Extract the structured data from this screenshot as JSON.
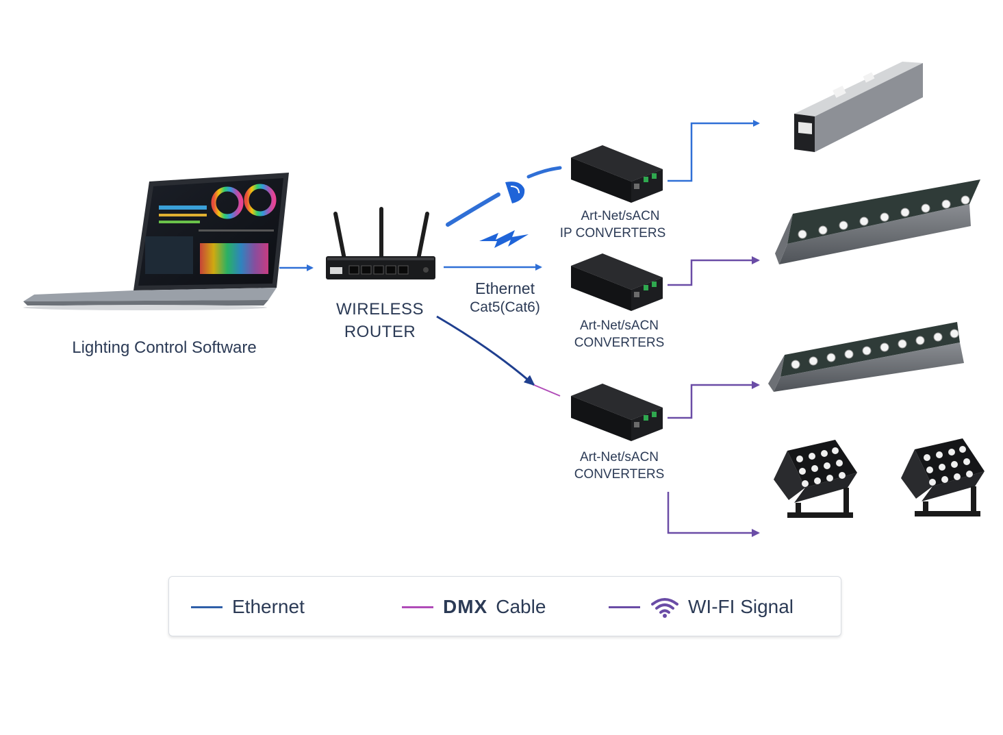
{
  "nodes": {
    "software_label": "Lighting Control Software",
    "router_label_line1": "WIRELESS",
    "router_label_line2": "ROUTER",
    "link_label_line1": "Ethernet",
    "link_label_line2": "Cat5(Cat6)",
    "converter1_line1": "Art-Net/sACN",
    "converter1_line2": "IP CONVERTERS",
    "converter2_line1": "Art-Net/sACN",
    "converter2_line2": "CONVERTERS",
    "converter3_line1": "Art-Net/sACN",
    "converter3_line2": "CONVERTERS"
  },
  "legend": {
    "items": [
      {
        "label": "Ethernet",
        "color": "#2f5fa8"
      },
      {
        "prefix": "DMX",
        "label": "Cable",
        "color": "#b04bb8"
      },
      {
        "label": "WI-FI Signal",
        "color": "#6a4ca6",
        "icon": "wifi-icon"
      }
    ]
  },
  "colors": {
    "ethernet": "#2f6fd6",
    "dmx": "#6a4ca6",
    "text": "#2b3a55"
  }
}
